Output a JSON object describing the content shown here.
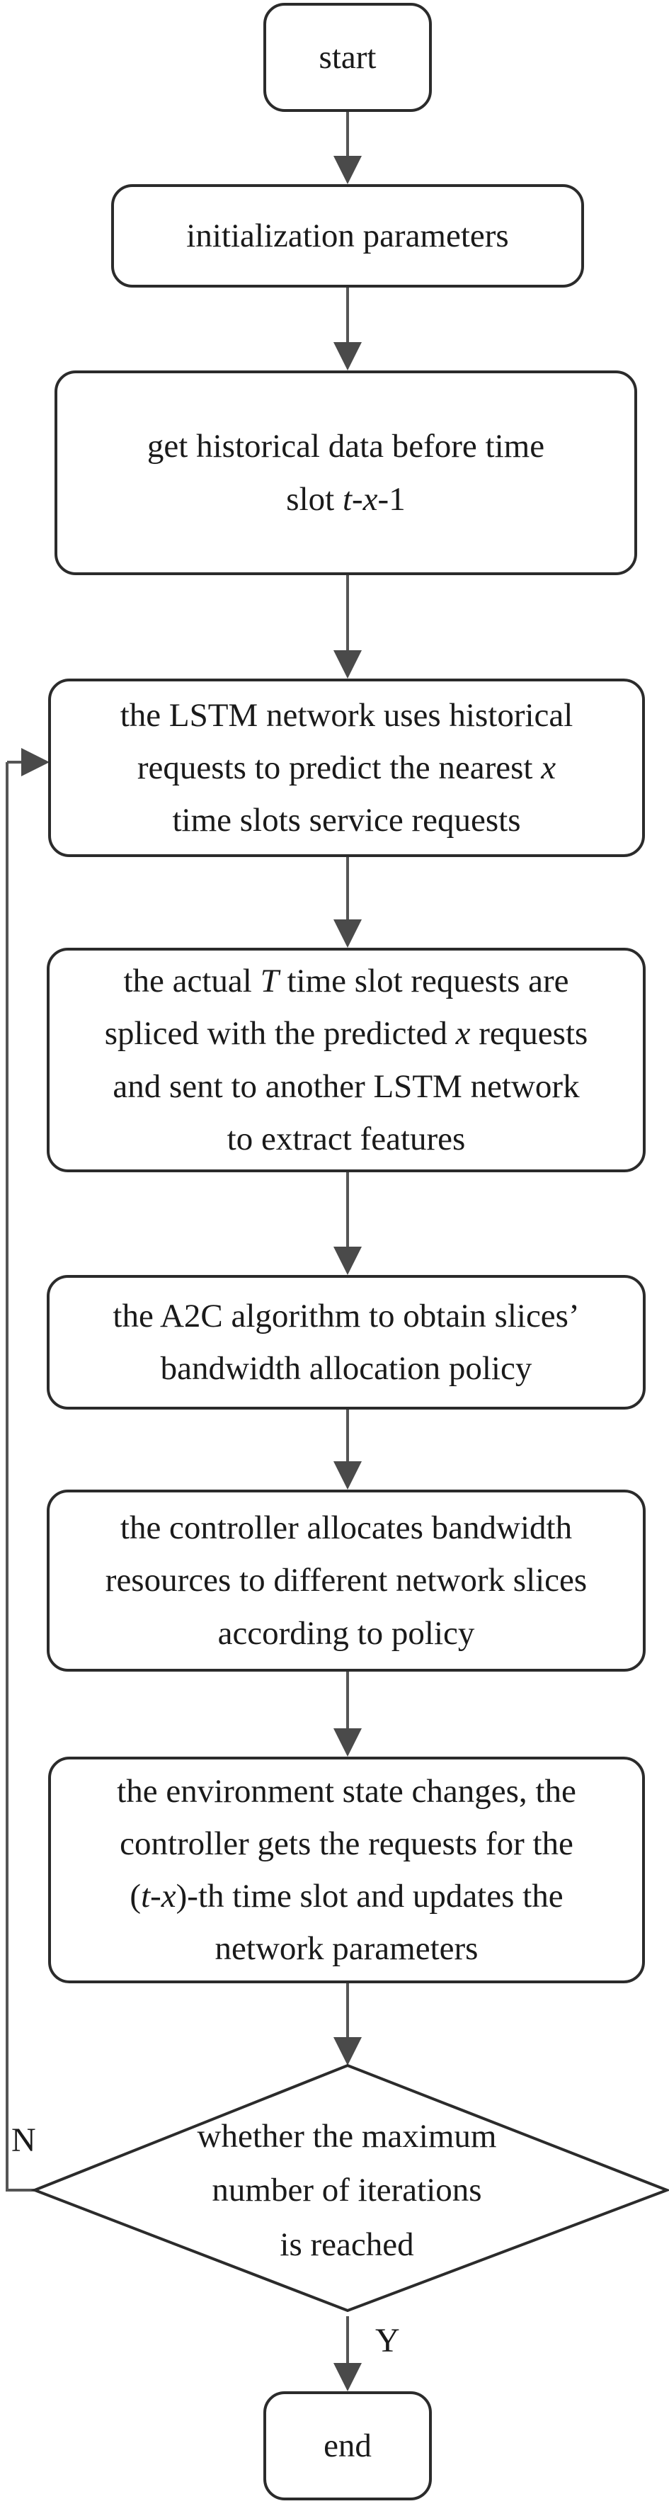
{
  "flowchart": {
    "start": "start",
    "init": "initialization parameters",
    "historical": {
      "line1": "get historical data before time",
      "line2_pre": "slot ",
      "var_t": "t",
      "dash1": "-",
      "var_x": "x",
      "line2_post": "-1"
    },
    "predict": {
      "line1": "the LSTM network uses historical",
      "line2_pre": "requests to predict the nearest ",
      "var_x": "x",
      "line3": "time slots service requests"
    },
    "splice": {
      "line1_pre": "the actual ",
      "var_T": "T",
      "line1_post": " time slot requests are",
      "line2_pre": "spliced with the predicted ",
      "var_x": "x",
      "line2_post": " requests",
      "line3": "and sent to another LSTM network",
      "line4": "to extract features"
    },
    "a2c": {
      "line1": "the A2C algorithm to obtain slices’",
      "line2": "bandwidth allocation policy"
    },
    "allocate": {
      "line1": "the controller allocates bandwidth",
      "line2": "resources to different network slices",
      "line3": "according to policy"
    },
    "update": {
      "line1": "the environment state changes, the",
      "line2": "controller gets the requests for the",
      "line3_open": "(",
      "var_t": "t",
      "dash": "-",
      "var_x": "x",
      "line3_close": ")-th time slot and updates the",
      "line4": "network parameters"
    },
    "decision": {
      "line1": "whether the maximum",
      "line2": "number of iterations",
      "line3": "is reached"
    },
    "label_no": "N",
    "label_yes": "Y",
    "end": "end"
  }
}
